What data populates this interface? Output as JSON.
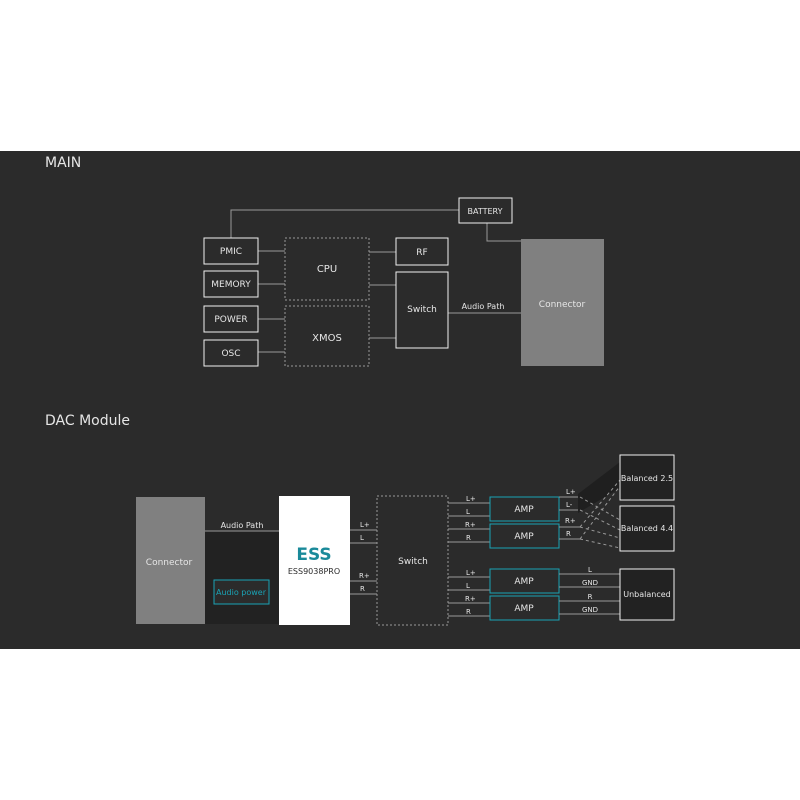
{
  "main": {
    "heading": "MAIN",
    "pmic": "PMIC",
    "memory": "MEMORY",
    "power": "POWER",
    "osc": "OSC",
    "cpu": "CPU",
    "xmos": "XMOS",
    "rf": "RF",
    "switch": "Switch",
    "battery": "BATTERY",
    "connector": "Connector",
    "audio_path": "Audio Path"
  },
  "dac": {
    "heading": "DAC Module",
    "connector": "Connector",
    "audio_path": "Audio Path",
    "audio_power": "Audio power",
    "ess_logo": "ESS",
    "ess_chip": "ESS9038PRO",
    "switch": "Switch",
    "chip_out": {
      "l_plus": "L+",
      "l": "L",
      "r_plus": "R+",
      "r": "R"
    },
    "sw_in_bal": {
      "l_plus": "L+",
      "l": "L",
      "r_plus": "R+",
      "r": "R"
    },
    "sw_in_unbal": {
      "l_plus": "L+",
      "l": "L",
      "r_plus": "R+",
      "r": "R"
    },
    "amp": "AMP",
    "bal_out": {
      "l_plus": "L+",
      "l_minus": "L-",
      "r_plus": "R+",
      "r": "R"
    },
    "unbal_out": {
      "l": "L",
      "gnd1": "GND",
      "r": "R",
      "gnd2": "GND"
    },
    "balanced_25": "Balanced 2.5",
    "balanced_44": "Balanced 4.4",
    "unbalanced": "Unbalanced"
  },
  "colors": {
    "background": "#2b2b2b",
    "box_stroke": "#f0f0f0",
    "connector_fill": "#808080",
    "accent": "#1aa3b5",
    "ess_logo": "#1a8a9a"
  }
}
